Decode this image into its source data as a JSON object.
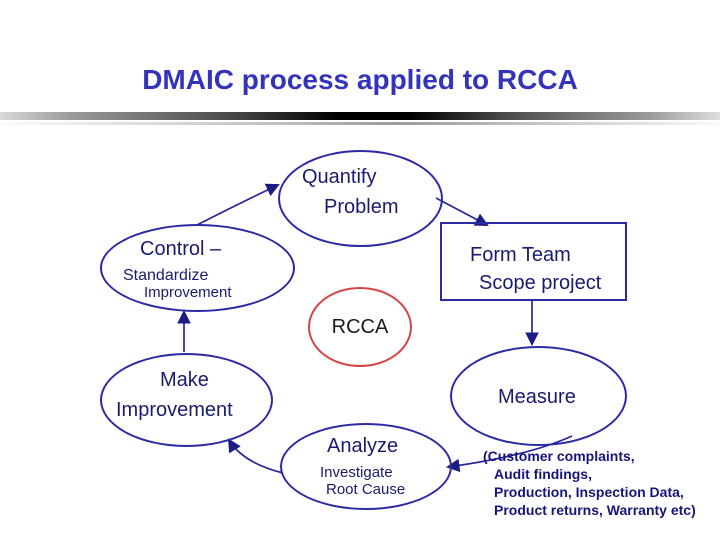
{
  "slide": {
    "title": "DMAIC process applied to RCCA",
    "colors": {
      "background": "#ffffff",
      "title_text": "#3333bb",
      "shape_outline": "#2a2aa5",
      "rcca_outline": "#d84444",
      "node_text": "#1a1a70",
      "rcca_text": "#1a1a1a",
      "arrow": "#26269c",
      "arrowhead": "#1c1c82",
      "note_text": "#16167a"
    }
  },
  "nodes": {
    "quantify": {
      "line1": "Quantify",
      "line2": "Problem"
    },
    "form_team": {
      "line1": "Form Team",
      "line2": "Scope project"
    },
    "control": {
      "line1": "Control –",
      "line2": "Standardize",
      "line3": "Improvement"
    },
    "rcca": {
      "label": "RCCA"
    },
    "measure": {
      "label": "Measure"
    },
    "make": {
      "line1": "Make",
      "line2": "Improvement"
    },
    "analyze": {
      "line1": "Analyze",
      "line2": "Investigate",
      "line3": "Root Cause"
    }
  },
  "note": {
    "line1": "(Customer complaints,",
    "line2": "Audit findings,",
    "line3": "Production, Inspection Data,",
    "line4": "Product returns, Warranty etc)"
  }
}
